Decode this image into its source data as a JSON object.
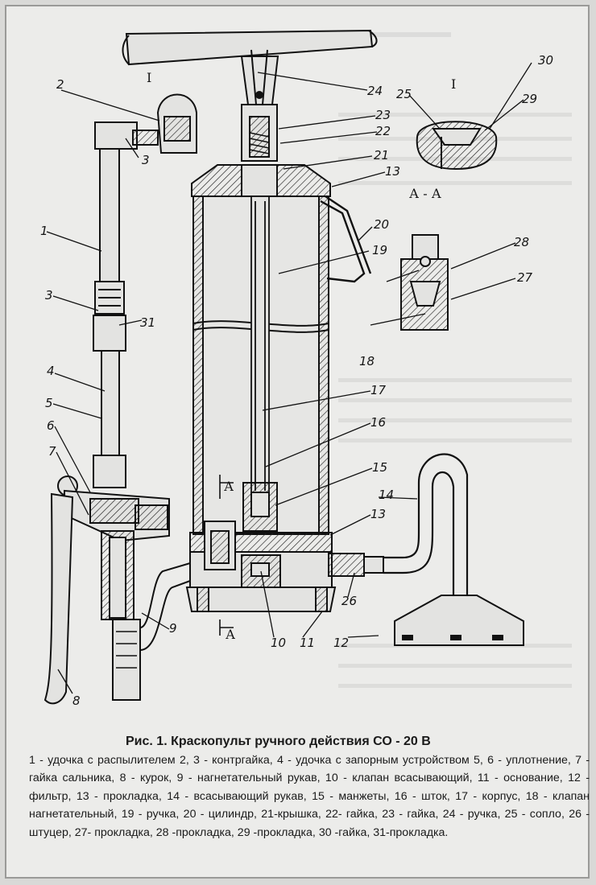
{
  "caption": {
    "title": "Рис. 1. Краскопульт ручного действия СО - 20 В",
    "body": "1 - удочка с распылителем 2, 3 - контргайка, 4 - удочка с запорным устройством 5, 6 - уплотнение, 7 - гайка сальника, 8 - курок, 9 - нагнетательный рукав, 10 - клапан всасывающий, 11 - основание, 12 - фильтр, 13 - прокладка, 14 - всасывающий рукав, 15 - манжеты, 16 - шток, 17 - корпус, 18 - клапан нагнетательный, 19 - ручка, 20 - цилиндр, 21-крышка, 22- гайка, 23 - гайка, 24 - ручка, 25 - сопло, 26 - штуцер, 27- прокладка, 28 -прокладка, 29 -прокладка, 30 -гайка, 31-прокладка."
  },
  "section_marks": {
    "detail": "I",
    "detail_top": "I",
    "section": "А - А",
    "cut_left": "А",
    "cut_right": "А"
  },
  "labels": {
    "l1": "1",
    "l2": "2",
    "l3a": "3",
    "l3b": "3",
    "l4": "4",
    "l5": "5",
    "l6": "6",
    "l7": "7",
    "l8": "8",
    "l9": "9",
    "l10": "10",
    "l11": "11",
    "l12": "12",
    "l13a": "13",
    "l13b": "13",
    "l14": "14",
    "l15": "15",
    "l16": "16",
    "l17": "17",
    "l18": "18",
    "l19": "19",
    "l20": "20",
    "l21": "21",
    "l22": "22",
    "l23": "23",
    "l24": "24",
    "l25": "25",
    "l26": "26",
    "l27": "27",
    "l28": "28",
    "l29": "29",
    "l30": "30",
    "l31": "31"
  }
}
